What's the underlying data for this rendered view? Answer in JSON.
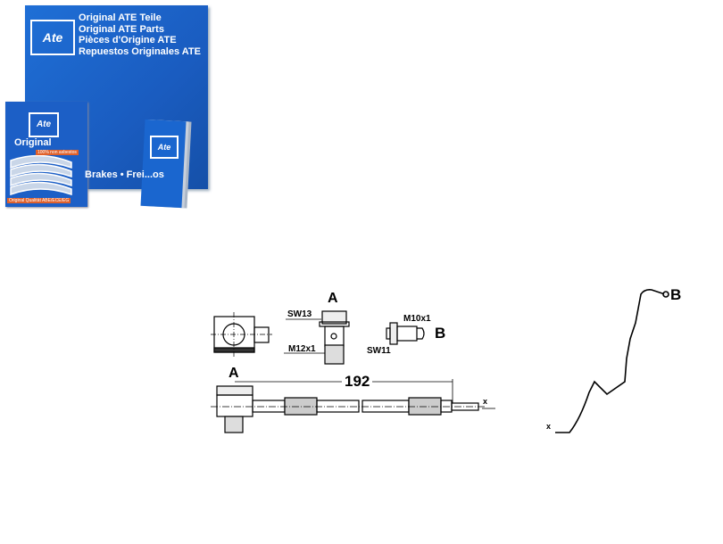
{
  "product_box": {
    "lines": [
      "Original ATE Teile",
      "Original ATE Parts",
      "Pièces d'Origine ATE",
      "Repuestos Originales ATE"
    ],
    "logo": "Ate",
    "band_text": "Brakes • Frei...os"
  },
  "pad_box": {
    "logo": "Ate",
    "title": "Original",
    "badge": "100% non asbestos",
    "quality": "Original Qualität ABE/ECE/EG"
  },
  "leaflet": {
    "logo": "Ate"
  },
  "drawing": {
    "label_a_top": "A",
    "label_a_main": "A",
    "label_b_fitting": "B",
    "label_b_route": "B",
    "sw13": "SW13",
    "m12": "M12x1",
    "m10": "M10x1",
    "sw11": "SW11",
    "length": "192",
    "axis_x_main": "x",
    "axis_x_route": "x"
  },
  "colors": {
    "ate_blue": "#1f6fd6",
    "badge_orange": "#e0602a"
  }
}
